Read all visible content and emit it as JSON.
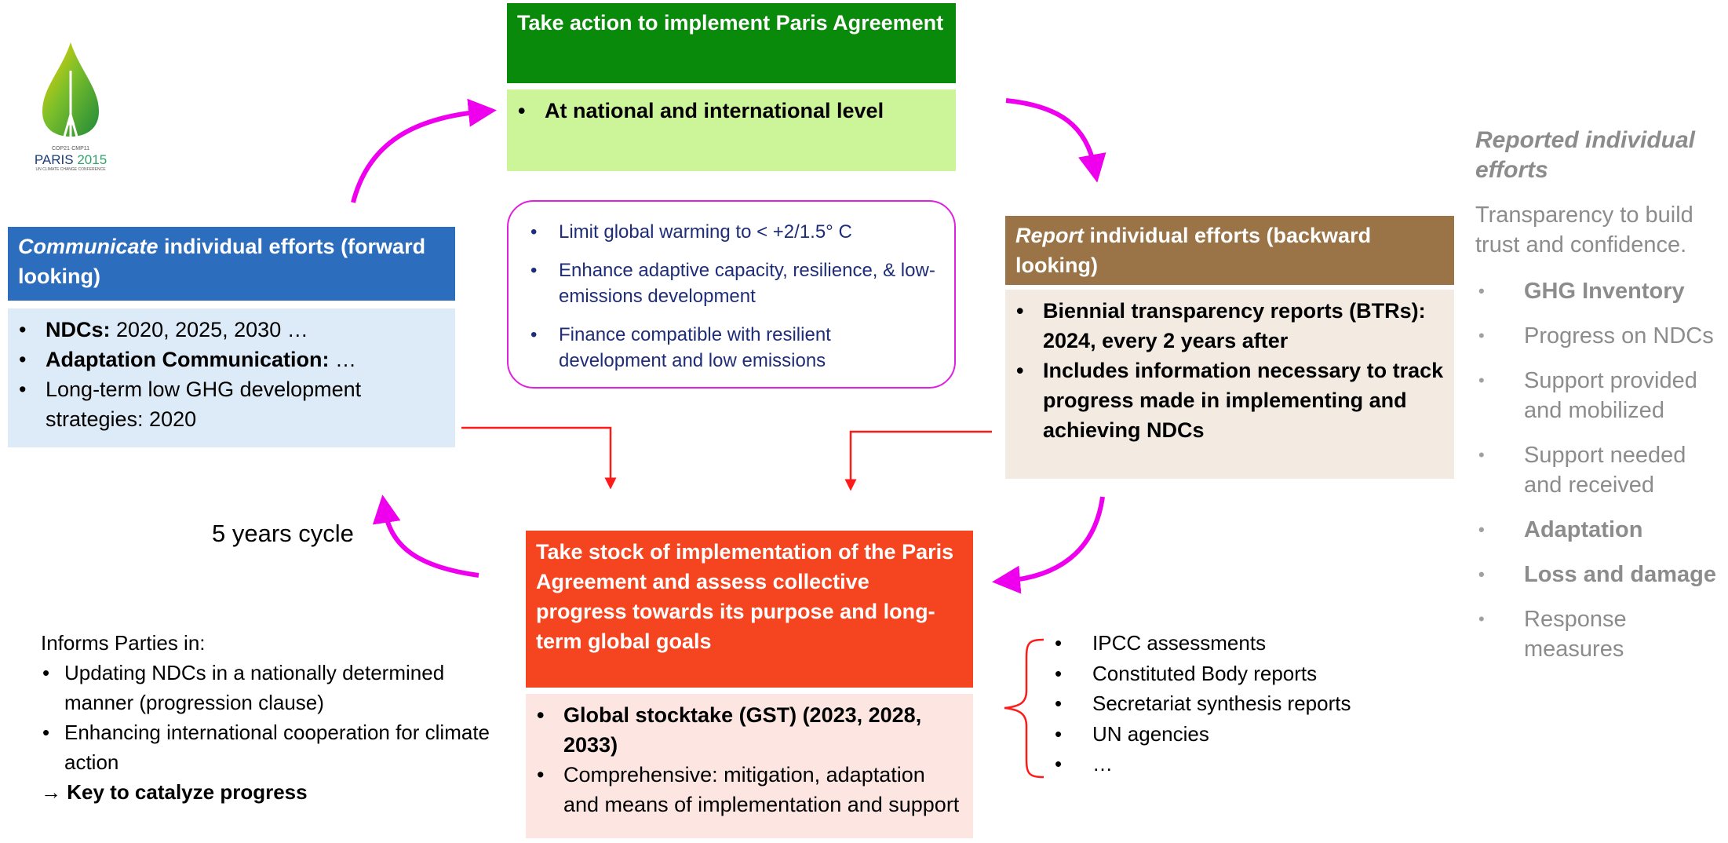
{
  "logo": {
    "line1": "COP21·CMP11",
    "line2_a": "PARIS ",
    "line2_b": "2015",
    "line3": "UN CLIMATE CHANGE CONFERENCE"
  },
  "take_action": {
    "header": "Take action to implement Paris Agreement",
    "bullet": "At national and international level"
  },
  "goals": [
    "Limit global warming to < +2/1.5° C",
    "Enhance adaptive capacity, resilience, & low-emissions development",
    "Finance compatible with resilient development and low emissions"
  ],
  "communicate": {
    "header_italic": "Communicate",
    "header_rest": " individual efforts (forward looking)",
    "b1_bold": "NDCs:",
    "b1_rest": " 2020, 2025, 2030 …",
    "b2_bold": "Adaptation Communication:",
    "b2_rest": " …",
    "b3": "Long-term low GHG development strategies: 2020"
  },
  "report": {
    "header_italic": "Report",
    "header_rest": " individual efforts (backward looking)",
    "b1": "Biennial transparency reports (BTRs): 2024, every 2 years after",
    "b2": "Includes information necessary to track progress made in implementing and achieving NDCs"
  },
  "stocktake": {
    "header": "Take stock of implementation of the Paris Agreement and assess collective progress towards its purpose and long-term global goals",
    "b1": "Global stocktake (GST) (2023, 2028, 2033)",
    "b2": "Comprehensive: mitigation, adaptation and means of implementation and support"
  },
  "cycle_label": "5 years cycle",
  "informs": {
    "intro": "Informs Parties in:",
    "items": [
      "Updating NDCs in a nationally determined manner (progression clause)",
      "Enhancing international cooperation for climate action"
    ],
    "key_arrow": "→ ",
    "key": "Key to catalyze progress"
  },
  "sources": [
    "IPCC assessments",
    "Constituted Body reports",
    "Secretariat synthesis reports",
    "UN agencies",
    "…"
  ],
  "right_panel": {
    "title": "Reported individual efforts",
    "intro": "Transparency to build trust and confidence.",
    "items": [
      "GHG Inventory",
      "Progress on NDCs",
      "Support provided and mobilized",
      "Support needed and received",
      "Adaptation",
      "Loss and damage",
      "Response measures"
    ]
  },
  "colors": {
    "green_dark": "#0a8a0a",
    "green_light": "#ccf59a",
    "blue": "#2d6dbd",
    "blue_light": "#ddeaf7",
    "brown": "#9a7346",
    "brown_light": "#f3ebe2",
    "red": "#f44520",
    "red_light": "#fde6e1",
    "magenta": "#ee00ee"
  }
}
